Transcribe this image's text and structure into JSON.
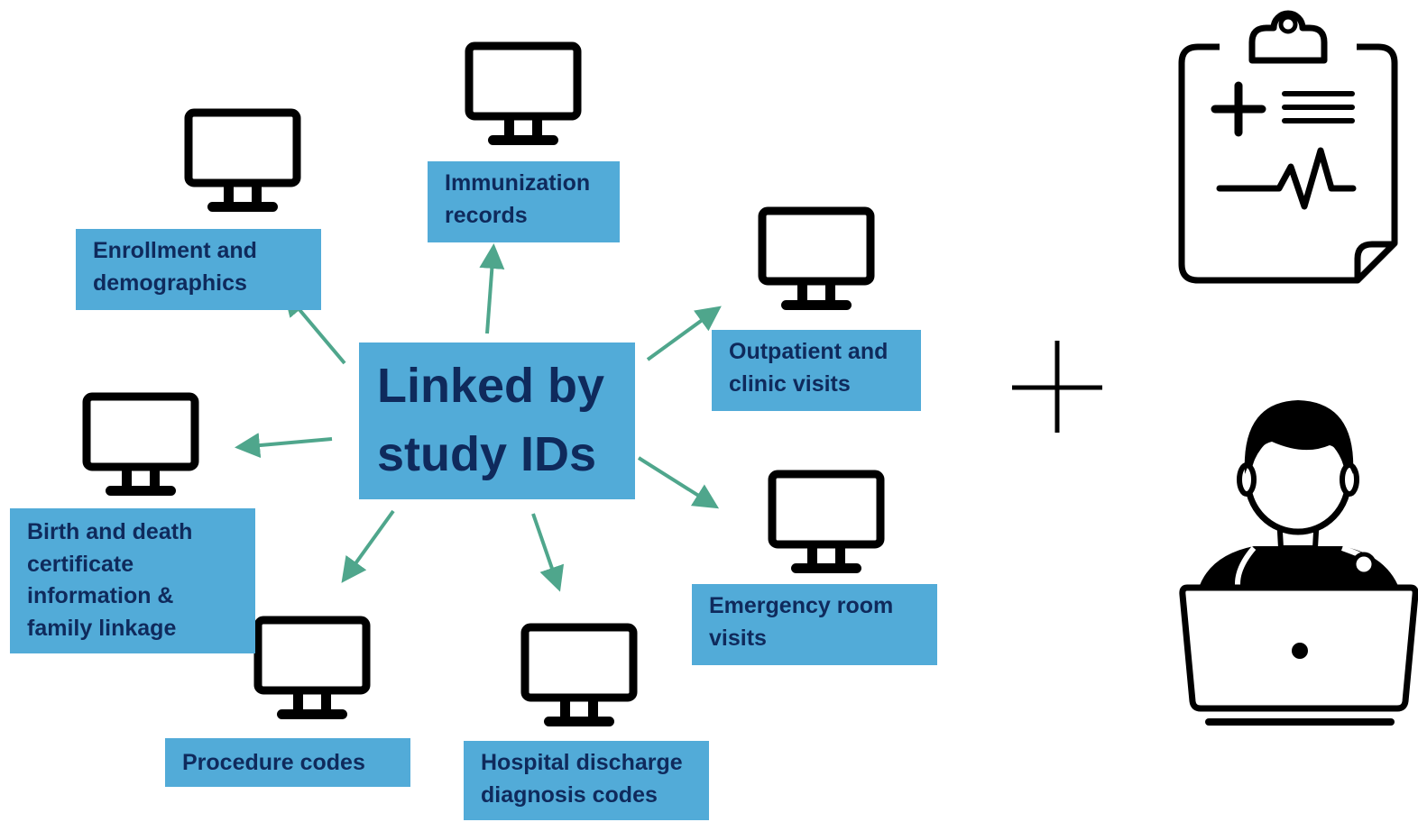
{
  "center": {
    "line1": "Linked by",
    "line2": "study IDs"
  },
  "sources": {
    "enrollment": {
      "line1": "Enrollment and",
      "line2": "demographics"
    },
    "immunization": {
      "line1": "Immunization",
      "line2": "records"
    },
    "outpatient": {
      "line1": "Outpatient and",
      "line2": "clinic visits"
    },
    "emergency": {
      "line1": "Emergency room",
      "line2": "visits"
    },
    "hospital": {
      "line1": "Hospital discharge",
      "line2": "diagnosis codes"
    },
    "procedure": {
      "line1": "Procedure codes"
    },
    "birth": {
      "line1": "Birth and death",
      "line2": "certificate",
      "line3": "information &",
      "line4": "family linkage"
    }
  },
  "icons": {
    "database": "monitor-icon",
    "combine": "plus-icon",
    "record": "medical-clipboard-icon",
    "analyst": "doctor-laptop-icon"
  },
  "colors": {
    "box_fill": "#52ABD8",
    "text": "#0F2A5C",
    "arrow": "#4FA68C",
    "icon": "#000000"
  }
}
